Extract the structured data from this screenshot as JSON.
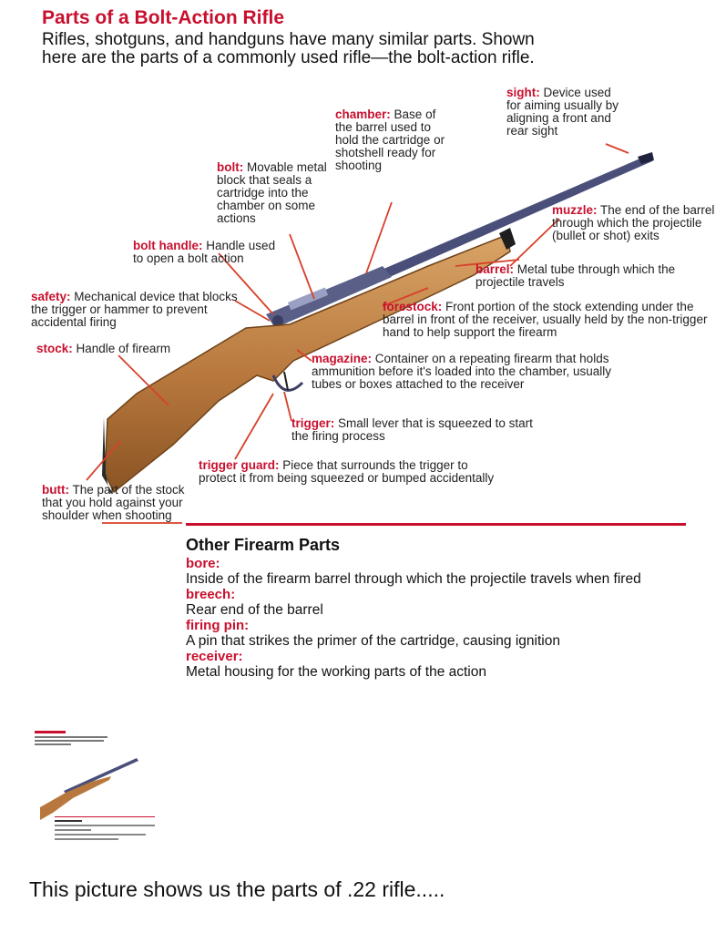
{
  "title": "Parts of a Bolt-Action Rifle",
  "intro": "Rifles, shotguns, and handguns have many similar parts. Shown here are the parts of a commonly used rifle—the bolt-action rifle.",
  "parts": [
    {
      "key": "sight",
      "term": "sight:",
      "desc": "Device used for aiming usually by aligning a front and rear sight"
    },
    {
      "key": "chamber",
      "term": "chamber:",
      "desc": "Base of the barrel used to hold the cartridge or shotshell ready for shooting"
    },
    {
      "key": "bolt",
      "term": "bolt:",
      "desc": "Movable metal block that seals a cartridge into the chamber on some actions"
    },
    {
      "key": "muzzle",
      "term": "muzzle:",
      "desc": "The end of the barrel through which the projectile (bullet or shot) exits"
    },
    {
      "key": "bolt_handle",
      "term": "bolt handle:",
      "desc": "Handle used to open a bolt action"
    },
    {
      "key": "barrel",
      "term": "barrel:",
      "desc": "Metal tube through which the projectile travels"
    },
    {
      "key": "safety",
      "term": "safety:",
      "desc": "Mechanical device that blocks the trigger or hammer to prevent accidental firing"
    },
    {
      "key": "forestock",
      "term": "forestock:",
      "desc": "Front portion of the stock extending under the barrel in front of the receiver, usually held by the non-trigger hand to help support the firearm"
    },
    {
      "key": "stock",
      "term": "stock:",
      "desc": "Handle of firearm"
    },
    {
      "key": "magazine",
      "term": "magazine:",
      "desc": "Container on a repeating firearm that holds ammunition before it's loaded into the chamber, usually tubes or boxes attached to the receiver"
    },
    {
      "key": "trigger",
      "term": "trigger:",
      "desc": "Small lever that is squeezed to start the firing process"
    },
    {
      "key": "trigger_guard",
      "term": "trigger guard:",
      "desc": "Piece that surrounds the trigger to protect it from being squeezed or bumped accidentally"
    },
    {
      "key": "butt",
      "term": "butt:",
      "desc": "The part of the stock that you hold against your shoulder when shooting"
    }
  ],
  "other": {
    "heading": "Other Firearm Parts",
    "items": [
      {
        "term": "bore:",
        "desc": "Inside of the firearm barrel through which the projectile travels when fired"
      },
      {
        "term": "breech:",
        "desc": "Rear end of the barrel"
      },
      {
        "term": "firing pin:",
        "desc": "A pin that strikes the primer of the cartridge, causing ignition"
      },
      {
        "term": "receiver:",
        "desc": "Metal housing for the working parts of the action"
      }
    ]
  },
  "caption": "This picture shows us the parts of .22 rifle....."
}
